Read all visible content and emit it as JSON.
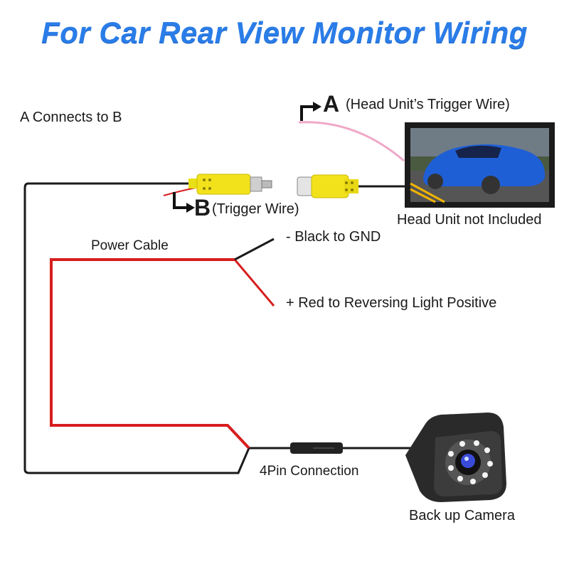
{
  "title": "For Car Rear View Monitor Wiring",
  "labels": {
    "a_to_b": "A Connects to B",
    "a_marker": "A",
    "a_desc": "(Head Unit’s Trigger Wire)",
    "b_marker": "B",
    "b_desc": "(Trigger Wire)",
    "head_unit": "Head Unit not Included",
    "power_cable": "Power Cable",
    "black_gnd": "- Black to GND",
    "red_positive": "+ Red to Reversing Light Positive",
    "four_pin": "4Pin Connection",
    "camera": "Back up Camera"
  },
  "colors": {
    "title": "#2a7de8",
    "red_wire": "#d71e1e",
    "black_wire": "#1a1a1a",
    "pink_wire": "#f0a8c8",
    "rca_yellow": "#f2e21c"
  }
}
